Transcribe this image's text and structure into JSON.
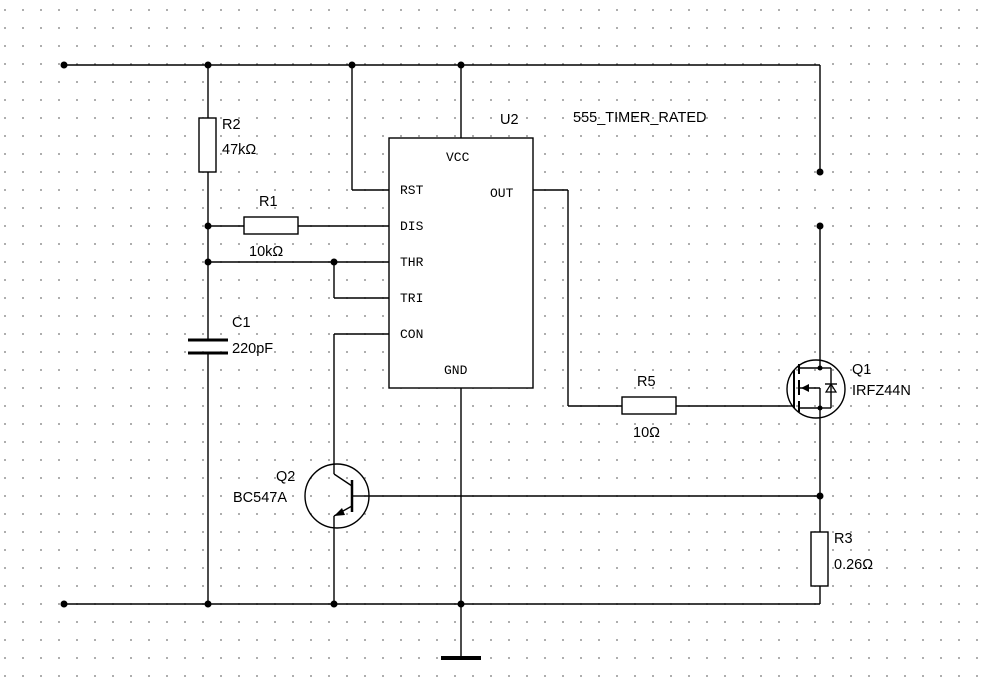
{
  "ic": {
    "ref": "U2",
    "model": "555_TIMER_RATED",
    "pins": {
      "vcc": "VCC",
      "rst": "RST",
      "out": "OUT",
      "dis": "DIS",
      "thr": "THR",
      "tri": "TRI",
      "con": "CON",
      "gnd": "GND"
    }
  },
  "components": {
    "r1": {
      "ref": "R1",
      "value": "10kΩ"
    },
    "r2": {
      "ref": "R2",
      "value": "47kΩ"
    },
    "r3": {
      "ref": "R3",
      "value": "0.26Ω"
    },
    "r5": {
      "ref": "R5",
      "value": "10Ω"
    },
    "c1": {
      "ref": "C1",
      "value": "220pF"
    },
    "q1": {
      "ref": "Q1",
      "value": "IRFZ44N"
    },
    "q2": {
      "ref": "Q2",
      "value": "BC547A"
    }
  }
}
